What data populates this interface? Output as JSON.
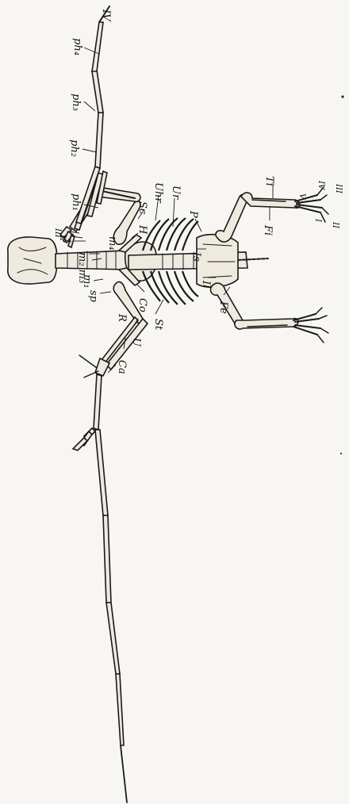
{
  "figure": {
    "labels": {
      "IV_top": "IV",
      "ph4": "ph₄",
      "ph3": "ph₃",
      "ph2": "ph₂",
      "ph1": "ph₁",
      "III_wing": "III",
      "II_wing": "II",
      "I_wing": "I",
      "m4": "m₄",
      "m2m3": "m₂ m₃",
      "m1": "m₁",
      "sp": "sp",
      "H": "H",
      "Sc": "Sc",
      "Uhr": "Uhr",
      "Ur": "Ur",
      "Co": "Co",
      "St": "St",
      "P": "P",
      "Is": "Is",
      "Il": "Il",
      "Fe": "Fe",
      "Ti": "Ti",
      "Fi": "Fi",
      "V_foot": "V",
      "IV_foot": "IV",
      "III_foot": "III",
      "I_foot": "I",
      "II_foot": "II",
      "R": "R",
      "Ca": "Ca",
      "U": "U"
    }
  }
}
